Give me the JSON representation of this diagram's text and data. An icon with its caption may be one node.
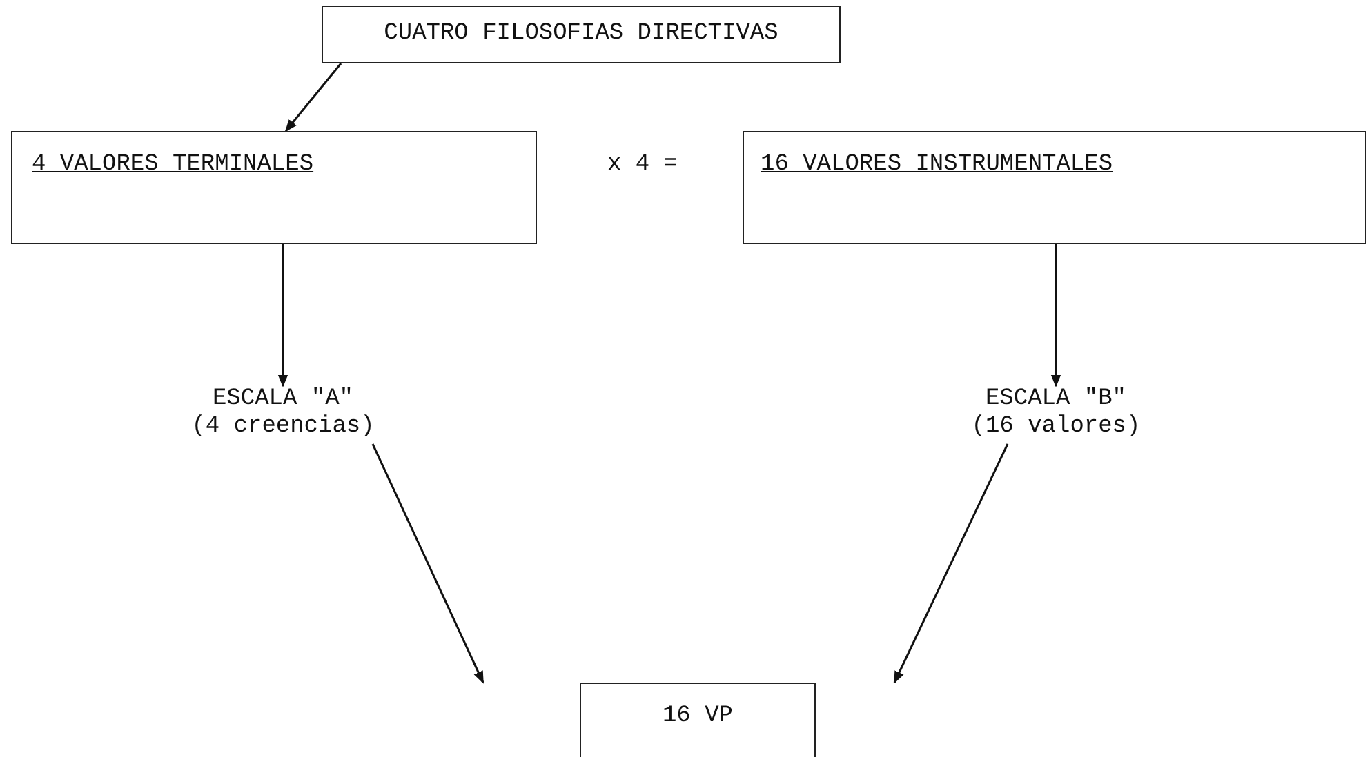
{
  "diagram": {
    "nodes": [
      {
        "text": [
          "CUATRO FILOSOFIAS DIRECTIVAS"
        ]
      },
      {
        "text": [
          "4 VALORES TERMINALES"
        ]
      },
      {
        "text": [
          "16 VALORES INSTRUMENTALES"
        ]
      },
      {
        "text": [
          "ESCALA \"A\"",
          "(4 creencias)"
        ]
      },
      {
        "text": [
          "ESCALA \"B\"",
          "(16 valores)"
        ]
      },
      {
        "text": [
          "16 VP"
        ]
      }
    ],
    "edges": [
      {
        "from": 0,
        "to": 1,
        "arrow": "to"
      },
      {
        "from": 1,
        "to": 3,
        "arrow": "to"
      },
      {
        "from": 2,
        "to": 4,
        "arrow": "to"
      },
      {
        "from": 3,
        "to": 5,
        "arrow": "to"
      },
      {
        "from": 4,
        "to": 5,
        "arrow": "to"
      }
    ],
    "labels": [
      "x 4 ="
    ]
  }
}
